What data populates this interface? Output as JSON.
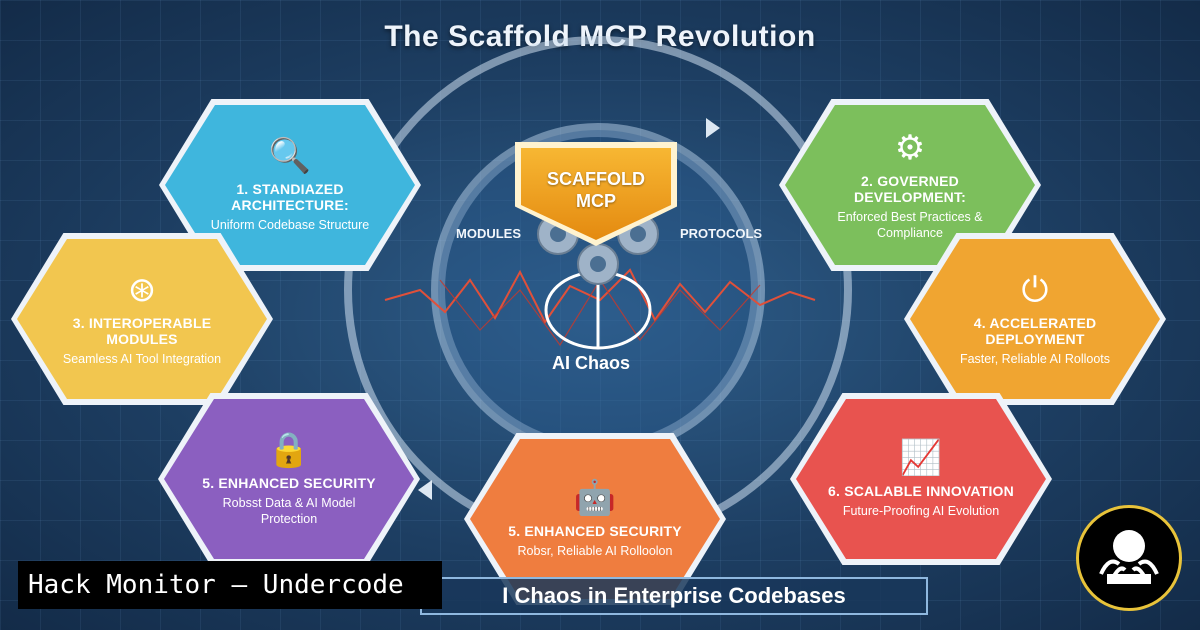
{
  "title": "The Scaffold MCP Revolution",
  "badge": "SCAFFOLD MCP",
  "center": {
    "left_label": "MODULES",
    "right_label": "PROTOCOLS",
    "chaos_label": "AI Chaos"
  },
  "nodes": [
    {
      "head": "1. STANDIAZED ARCHITECTURE:",
      "sub": "Uniform Codebase Structure",
      "color": "#3fb6dd",
      "icon": "search-code-icon"
    },
    {
      "head": "2. GOVERNED DEVELOPMENT:",
      "sub": "Enforced Best Practices & Compliance",
      "color": "#7cbf5c",
      "icon": "gear-wrench-icon"
    },
    {
      "head": "3. INTEROPERABLE MODULES",
      "sub": "Seamless AI Tool Integration",
      "color": "#f2c64f",
      "icon": "network-icon"
    },
    {
      "head": "4. ACCELERATED DEPLOYMENT",
      "sub": "Faster, Reliable AI Rolloots",
      "color": "#f0a531",
      "icon": "power-icon"
    },
    {
      "head": "5. ENHANCED SECURITY",
      "sub": "Robsst Data & AI Model Protection",
      "color": "#8b5fc0",
      "icon": "lock-icon"
    },
    {
      "head": "5. ENHANCED SECURITY",
      "sub": "Robsr,  Reliable AI Rolloolon",
      "color": "#ef7d3f",
      "icon": "security-robot-icon"
    },
    {
      "head": "6. SCALABLE INNOVATION",
      "sub": "Future-Proofing AI Evolution",
      "color": "#e8534f",
      "icon": "growth-chart-icon"
    }
  ],
  "footer": "I Chaos in Enterprise Codebases",
  "watermark": "Hack Monitor – Undercode"
}
